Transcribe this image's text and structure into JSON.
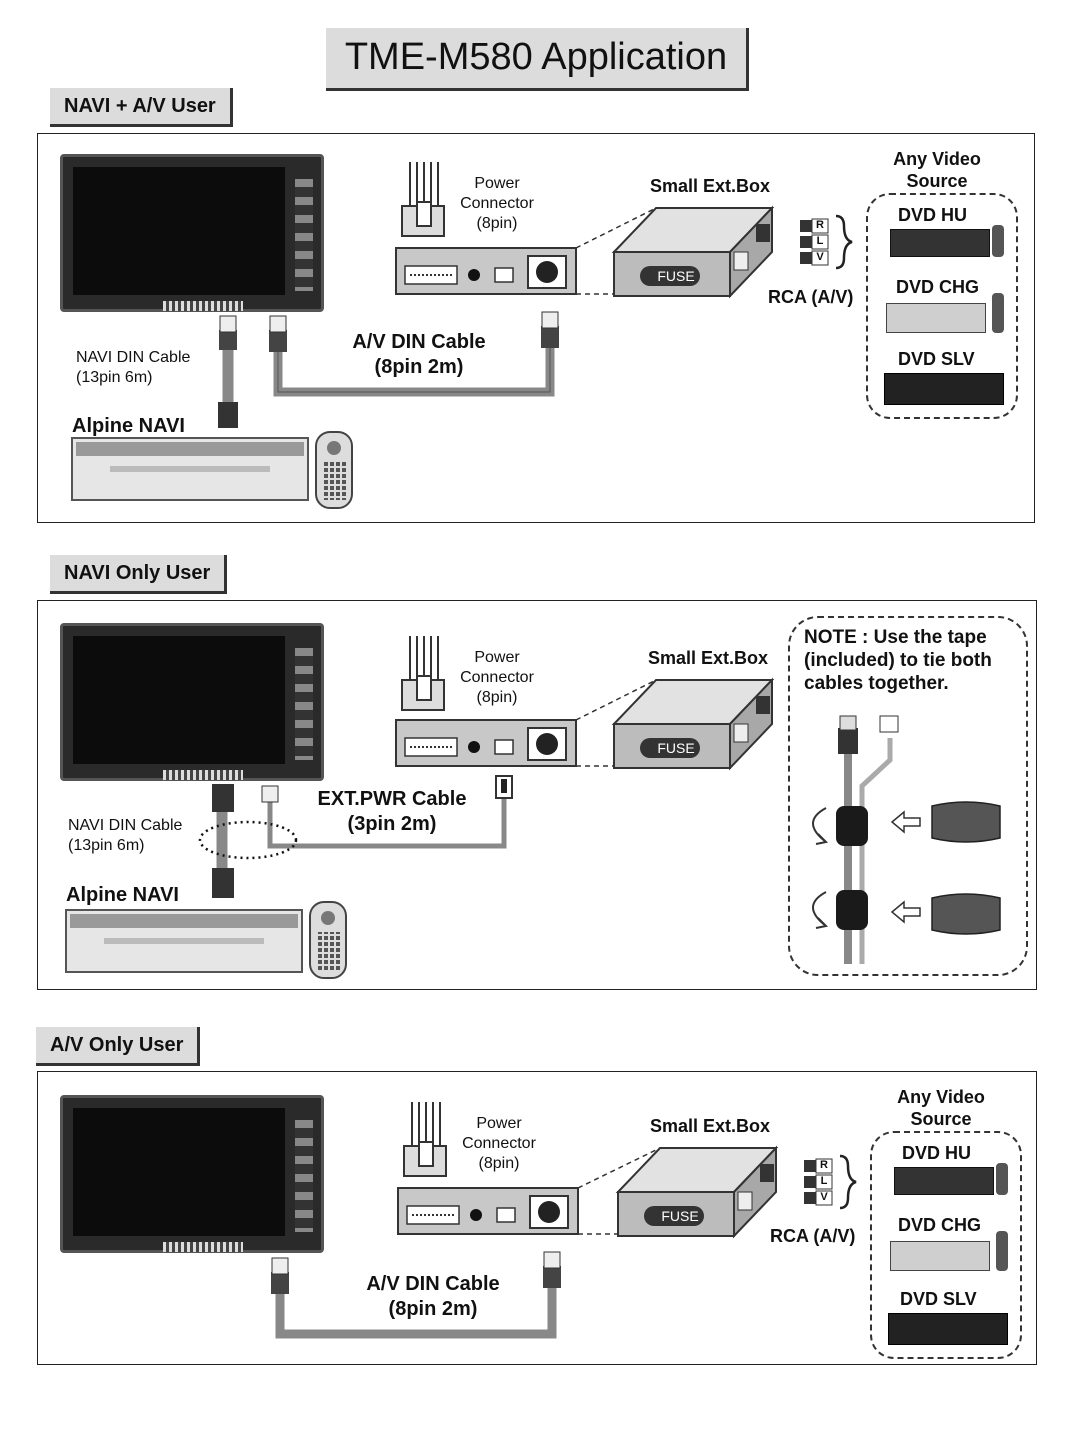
{
  "title": "TME-M580 Application",
  "sections": [
    {
      "tab": "NAVI + A/V User",
      "power_connector": [
        "Power",
        "Connector",
        "(8pin)"
      ],
      "small_ext_box": "Small Ext.Box",
      "fuse": "FUSE",
      "rca_letters": [
        "R",
        "L",
        "V"
      ],
      "rca_label": "RCA (A/V)",
      "cable_label": [
        "A/V DIN Cable",
        "(8pin 2m)"
      ],
      "navi_cable": [
        "NAVI DIN Cable",
        "(13pin 6m)"
      ],
      "alpine_navi": "Alpine NAVI",
      "video_source_title": [
        "Any Video",
        "Source"
      ],
      "sources": [
        "DVD HU",
        "DVD CHG",
        "DVD SLV"
      ]
    },
    {
      "tab": "NAVI Only User",
      "power_connector": [
        "Power",
        "Connector",
        "(8pin)"
      ],
      "small_ext_box": "Small Ext.Box",
      "fuse": "FUSE",
      "cable_label": [
        "EXT.PWR Cable",
        "(3pin 2m)"
      ],
      "navi_cable": [
        "NAVI DIN Cable",
        "(13pin 6m)"
      ],
      "alpine_navi": "Alpine NAVI",
      "note": [
        "NOTE : Use the tape",
        "(included) to tie both",
        "cables together."
      ]
    },
    {
      "tab": "A/V Only User",
      "power_connector": [
        "Power",
        "Connector",
        "(8pin)"
      ],
      "small_ext_box": "Small Ext.Box",
      "fuse": "FUSE",
      "rca_letters": [
        "R",
        "L",
        "V"
      ],
      "rca_label": "RCA (A/V)",
      "cable_label": [
        "A/V DIN Cable",
        "(8pin 2m)"
      ],
      "video_source_title": [
        "Any Video",
        "Source"
      ],
      "sources": [
        "DVD HU",
        "DVD CHG",
        "DVD SLV"
      ]
    }
  ]
}
